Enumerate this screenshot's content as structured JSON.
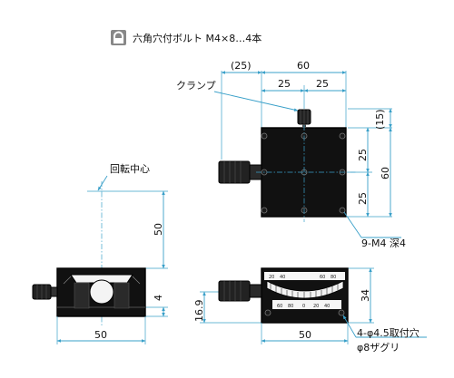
{
  "legend": {
    "icon": "hex-socket-bolt-icon",
    "text": "六角穴付ボルト M4×8…4本"
  },
  "top_view": {
    "dim_25_left": "(25)",
    "dim_60_top": "60",
    "dim_25_a": "25",
    "dim_25_b": "25",
    "clamp_label": "クランプ",
    "dim_15": "(15)",
    "dim_25_v1": "25",
    "dim_25_v2": "25",
    "dim_60_right": "60",
    "tap_label": "9-M4 深4"
  },
  "side_view": {
    "center_label": "回転中心",
    "dim_50_v": "50",
    "dim_4": "4",
    "dim_50_h": "50"
  },
  "front_view": {
    "dim_16_9": "16.9",
    "dim_34": "34",
    "dim_50_h": "50",
    "hole_label": "4-φ4.5取付穴",
    "cbore_label": "φ8ザグリ",
    "scale_marks": [
      "20",
      "40",
      "60",
      "80",
      "0",
      "20",
      "40",
      "60",
      "80"
    ]
  }
}
